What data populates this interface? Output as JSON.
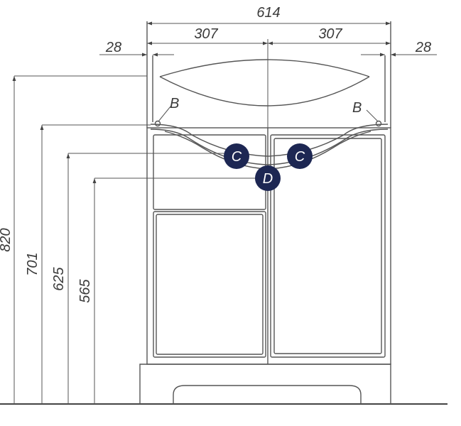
{
  "dimensions": {
    "width_total": "614",
    "half_left": "307",
    "half_right": "307",
    "offset_left": "28",
    "offset_right": "28",
    "height_total": "820",
    "height_basin_rim": "701",
    "height_bowl": "625",
    "height_drawer": "565"
  },
  "markers": {
    "b_left": "B",
    "b_right": "B",
    "c_left": "C",
    "c_right": "C",
    "d_center": "D"
  },
  "colors": {
    "marker_fill": "#1d2753",
    "marker_text": "#ffffff",
    "line": "#555555",
    "text": "#3a3a3a"
  }
}
